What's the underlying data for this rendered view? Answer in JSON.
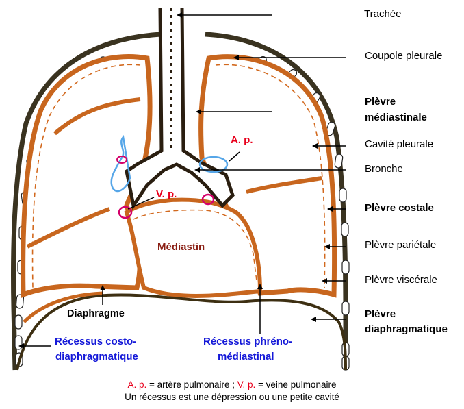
{
  "labels": {
    "trachee": "Trachée",
    "coupole": "Coupole pleurale",
    "plevre_med_1": "Plèvre",
    "plevre_med_2": "médiastinale",
    "cavite": "Cavité pleurale",
    "bronche": "Bronche",
    "plevre_costale": "Plèvre costale",
    "plevre_parietale": "Plèvre pariétale",
    "plevre_viscerale": "Plèvre viscérale",
    "plevre_diaph_1": "Plèvre",
    "plevre_diaph_2": "diaphragmatique",
    "ap": "A. p.",
    "vp": "V. p.",
    "mediastin": "Médiastin",
    "diaphragme": "Diaphragme",
    "recessus_costo_1": "Récessus costo-",
    "recessus_costo_2": "diaphragmatique",
    "recessus_phreno_1": "Récessus phréno-",
    "recessus_phreno_2": "médiastinal"
  },
  "legend": {
    "ap_abbr": "A. p.",
    "ap_def": " = artère pulmonaire ; ",
    "vp_abbr": "V. p.",
    "vp_def": " = veine pulmonaire",
    "line2": "Un récessus est une  dépression ou une petite cavité"
  },
  "colors": {
    "pleura": "#c8661e",
    "pleura_fill": "#f6e6d6",
    "dashed": "#d2691e",
    "outline": "#3a2a1a",
    "diaphragm": "#3d2f12",
    "vein": "#d4006a",
    "artery": "#56a6e8",
    "text_red": "#e8001c",
    "text_blue": "#1418d8",
    "text_brown": "#8a1f14"
  }
}
